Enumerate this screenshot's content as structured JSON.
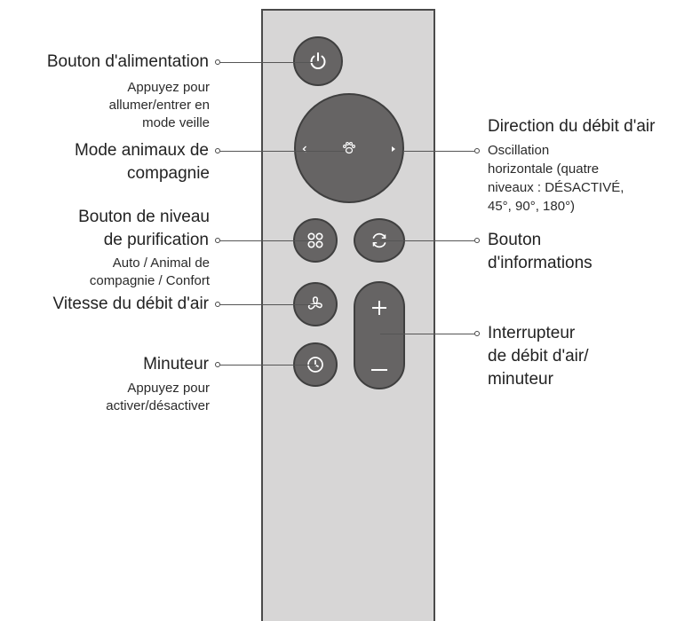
{
  "colors": {
    "remote_body": "#d7d6d6",
    "button": "#666464",
    "icon": "#ffffff",
    "text": "#222222"
  },
  "buttons": {
    "power": {
      "icon": "power-icon"
    },
    "dpad": {
      "icon": "paw-icon"
    },
    "purification": {
      "icon": "four-circles-icon"
    },
    "info": {
      "icon": "circular-arrows-icon"
    },
    "fan": {
      "icon": "fan-icon"
    },
    "timer": {
      "icon": "clock-icon"
    },
    "plus": {
      "icon": "plus-icon"
    },
    "minus": {
      "icon": "minus-icon"
    }
  },
  "labels": {
    "power": {
      "title": "Bouton d'alimentation",
      "desc_1": "Appuyez pour",
      "desc_2": "allumer/entrer en",
      "desc_3": "mode veille"
    },
    "pet_mode": {
      "title_1": "Mode animaux de",
      "title_2": "compagnie"
    },
    "purification": {
      "title_1": "Bouton de niveau",
      "title_2": "de purification",
      "desc_1": "Auto / Animal de",
      "desc_2": "compagnie / Confort"
    },
    "fan_speed": {
      "title": "Vitesse du débit d'air"
    },
    "timer": {
      "title": "Minuteur",
      "desc_1": "Appuyez pour",
      "desc_2": "activer/désactiver"
    },
    "direction": {
      "title": "Direction du débit d'air",
      "desc_1": "Oscillation",
      "desc_2": "horizontale (quatre",
      "desc_3": "niveaux : DÉSACTIVÉ,",
      "desc_4": "45°, 90°, 180°)"
    },
    "info": {
      "title_1": "Bouton",
      "title_2": "d'informations"
    },
    "switch": {
      "title_1": "Interrupteur",
      "title_2": "de débit d'air/",
      "title_3": "minuteur"
    }
  }
}
